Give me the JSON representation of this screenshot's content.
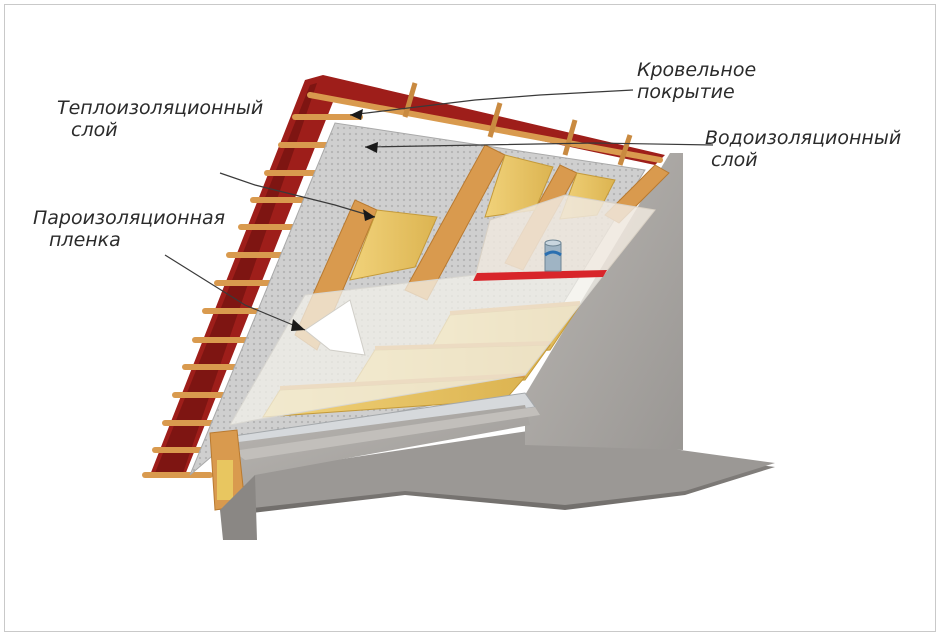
{
  "labels": {
    "roofing": {
      "line1": "Кровельное",
      "line2": "покрытие"
    },
    "thermal": {
      "line1": "Теплоизоляционный",
      "line2": "слой"
    },
    "waterproof": {
      "line1": "Водоизоляционный",
      "line2": "слой"
    },
    "vapor": {
      "line1": "Пароизоляционная",
      "line2": "пленка"
    }
  },
  "colors": {
    "tile": "#9e1e1a",
    "wood": "#d99a4e",
    "insulation": "#e8c660",
    "membrane": "#c9c9c9",
    "concrete": "#a9a6a3",
    "tape": "#d8252a"
  }
}
